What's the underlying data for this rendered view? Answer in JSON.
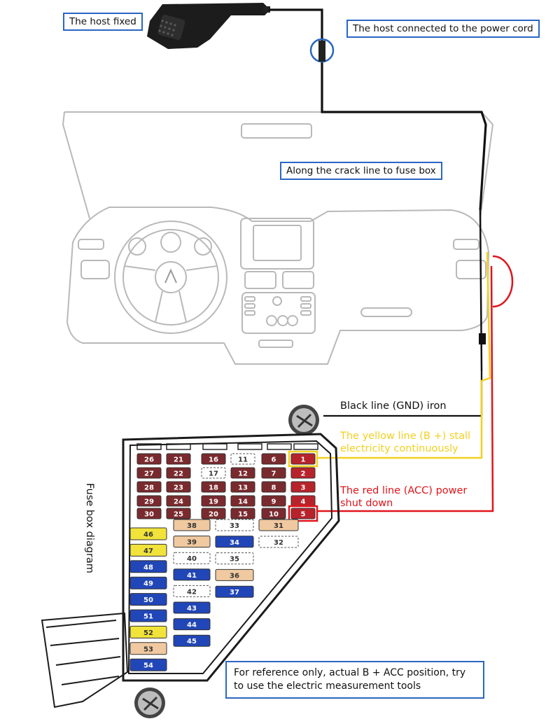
{
  "labels": {
    "host_fixed": "The host fixed",
    "host_power_cord": "The host connected to the power cord",
    "crack_line": "Along the crack line to fuse box",
    "black_line": "Black line (GND) iron",
    "yellow_line": "The yellow line (B +) stall\nelectricity continuously",
    "red_line": "The red line (ACC) power\nshut down",
    "fuse_box_diagram": "Fuse box diagram",
    "reference_note": "For reference only, actual B + ACC position, try to use the electric measurement tools"
  },
  "colors": {
    "label_border": "#2a66c4",
    "yellow_wire": "#f2d021",
    "red_wire": "#e0141b",
    "black_wire": "#111111",
    "fuse_red": "#b8232b",
    "fuse_dark": "#7a2a2e",
    "fuse_blue": "#2146b8",
    "fuse_yellow": "#f1e33a",
    "fuse_tan": "#f0c9a0",
    "fuse_white": "#ffffff"
  },
  "fuses": {
    "red_grid": [
      [
        "26",
        "21",
        "16",
        "11",
        "6",
        "1"
      ],
      [
        "27",
        "22",
        "17",
        "12",
        "7",
        "2"
      ],
      [
        "28",
        "23",
        "18",
        "13",
        "8",
        "3"
      ],
      [
        "29",
        "24",
        "19",
        "14",
        "9",
        "4"
      ],
      [
        "30",
        "25",
        "20",
        "15",
        "10",
        "5"
      ]
    ],
    "left_column": [
      "46",
      "47",
      "48",
      "49",
      "50",
      "51",
      "52",
      "53",
      "54"
    ],
    "middle_column": [
      "38",
      "39",
      "40",
      "41",
      "42",
      "43",
      "44",
      "45"
    ],
    "right_column": [
      "33",
      "34",
      "35",
      "36",
      "37"
    ],
    "top_right": [
      "31",
      "32"
    ]
  }
}
